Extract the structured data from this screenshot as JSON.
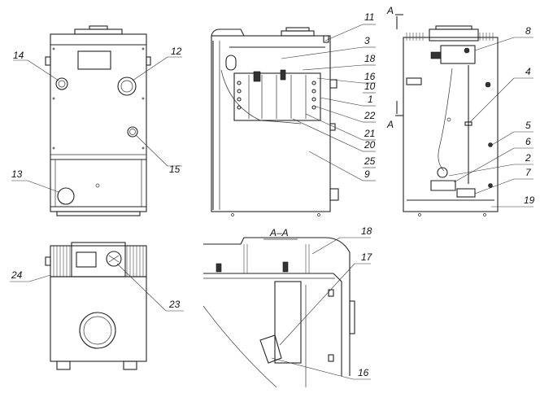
{
  "views": {
    "front": {
      "callouts": [
        "14",
        "12",
        "15",
        "13"
      ]
    },
    "side": {
      "callouts": [
        "11",
        "3",
        "18",
        "16",
        "10",
        "1",
        "22",
        "21",
        "20",
        "25",
        "9"
      ]
    },
    "back": {
      "callouts": [
        "8",
        "4",
        "5",
        "6",
        "2",
        "7",
        "19"
      ]
    },
    "top": {
      "callouts": [
        "24",
        "23"
      ]
    },
    "section": {
      "title": "А–А",
      "callouts": [
        "18",
        "17",
        "16"
      ]
    }
  },
  "cut_markers": [
    "А",
    "А"
  ]
}
